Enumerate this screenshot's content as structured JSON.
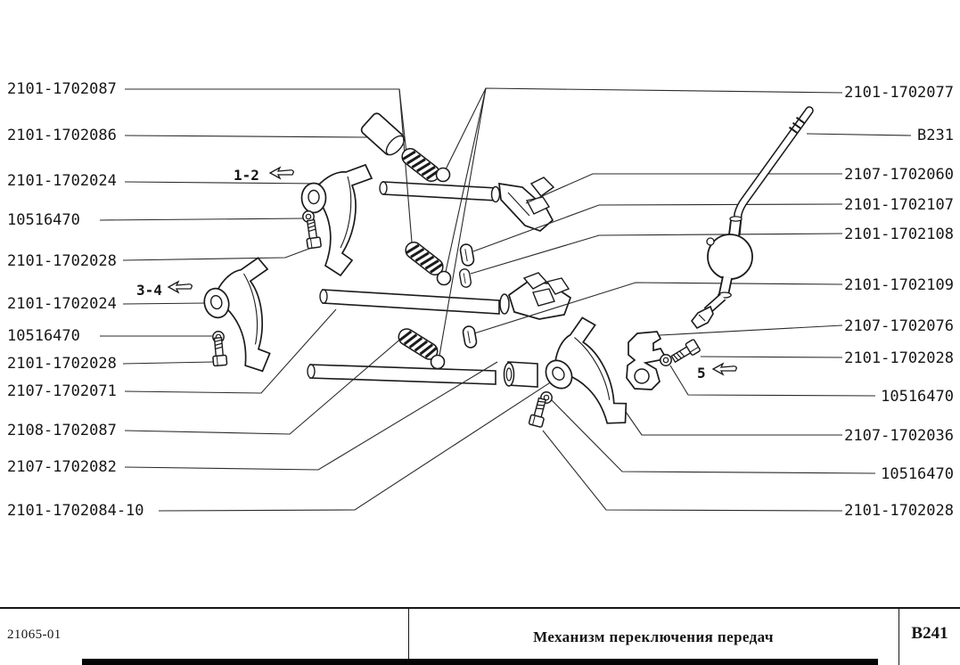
{
  "callouts": {
    "left": [
      {
        "text": "2101-1702087"
      },
      {
        "text": "2101-1702086"
      },
      {
        "text": "2101-1702024"
      },
      {
        "text": "10516470"
      },
      {
        "text": "2101-1702028"
      },
      {
        "text": "2101-1702024"
      },
      {
        "text": "10516470"
      },
      {
        "text": "2101-1702028"
      },
      {
        "text": "2107-1702071"
      },
      {
        "text": "2108-1702087"
      },
      {
        "text": "2107-1702082"
      },
      {
        "text": "2101-1702084-10"
      }
    ],
    "right": [
      {
        "text": "2101-1702077"
      },
      {
        "text": "B231"
      },
      {
        "text": "2107-1702060"
      },
      {
        "text": "2101-1702107"
      },
      {
        "text": "2101-1702108"
      },
      {
        "text": "2101-1702109"
      },
      {
        "text": "2107-1702076"
      },
      {
        "text": "2101-1702028"
      },
      {
        "text": "10516470"
      },
      {
        "text": "2107-1702036"
      },
      {
        "text": "10516470"
      },
      {
        "text": "2101-1702028"
      }
    ]
  },
  "annotations": [
    {
      "text": "1-2"
    },
    {
      "text": "3-4"
    },
    {
      "text": "5"
    }
  ],
  "title_block": {
    "doc_number": "21065-01",
    "title": "Механизм переключения передач",
    "figure_code": "B241"
  },
  "colors": {
    "ink": "#1b1b1b",
    "paper": "#ffffff"
  }
}
